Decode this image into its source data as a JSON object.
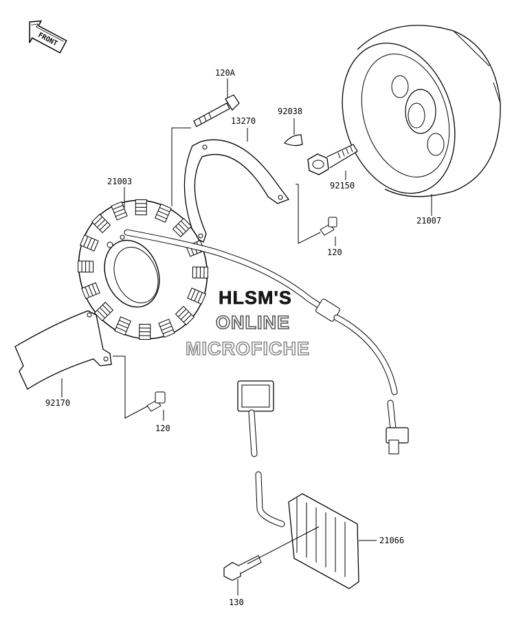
{
  "front_indicator": {
    "label": "FRONT"
  },
  "parts": [
    {
      "id": "label-120a",
      "number": "120A"
    },
    {
      "id": "label-13270",
      "number": "13270"
    },
    {
      "id": "label-92038",
      "number": "92038"
    },
    {
      "id": "label-21003",
      "number": "21003"
    },
    {
      "id": "label-92150",
      "number": "92150"
    },
    {
      "id": "label-21007",
      "number": "21007"
    },
    {
      "id": "label-120-upper",
      "number": "120"
    },
    {
      "id": "label-92170",
      "number": "92170"
    },
    {
      "id": "label-120-lower",
      "number": "120"
    },
    {
      "id": "label-21066",
      "number": "21066"
    },
    {
      "id": "label-130",
      "number": "130"
    }
  ],
  "watermark": {
    "line1": "HLSM'S",
    "line2": "ONLINE",
    "line3": "MICROFICHE",
    "colors": {
      "line1": "#1a1a1a",
      "line2": "#555555",
      "line3": "#8a8a8a"
    }
  }
}
